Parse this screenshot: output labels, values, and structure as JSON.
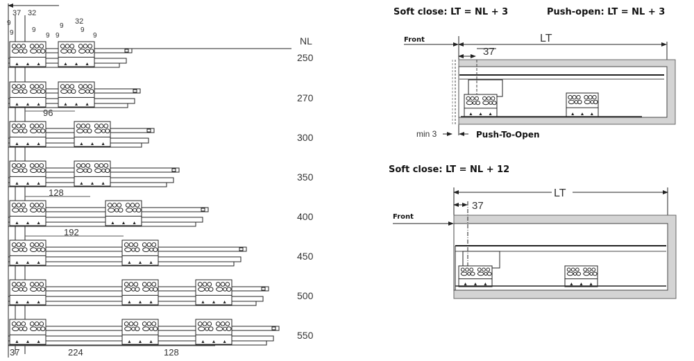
{
  "left": {
    "header_label": "NL",
    "top_dims": {
      "d37": "37",
      "d32a": "32",
      "d32b": "32",
      "d9": "9"
    },
    "rows": [
      {
        "nl": "250"
      },
      {
        "nl": "270"
      },
      {
        "nl": "300"
      },
      {
        "nl": "350"
      },
      {
        "nl": "400"
      },
      {
        "nl": "450"
      },
      {
        "nl": "500"
      },
      {
        "nl": "550"
      }
    ],
    "dims": {
      "d96": "96",
      "d128": "128",
      "d192": "192",
      "bottom_37": "37",
      "bottom_224": "224",
      "bottom_128": "128"
    }
  },
  "right_top": {
    "formula_soft": "Soft close: LT = NL + 3",
    "formula_push": "Push-open: LT = NL + 3",
    "front": "Front",
    "lt": "LT",
    "d37": "37",
    "min3": "min 3",
    "push_to_open": "Push-To-Open"
  },
  "right_bottom": {
    "formula_soft": "Soft close: LT = NL + 12",
    "front": "Front",
    "lt": "LT",
    "d37": "37"
  },
  "colors": {
    "line": "#222222",
    "panel": "#d4d4d4",
    "dim": "#555555"
  }
}
